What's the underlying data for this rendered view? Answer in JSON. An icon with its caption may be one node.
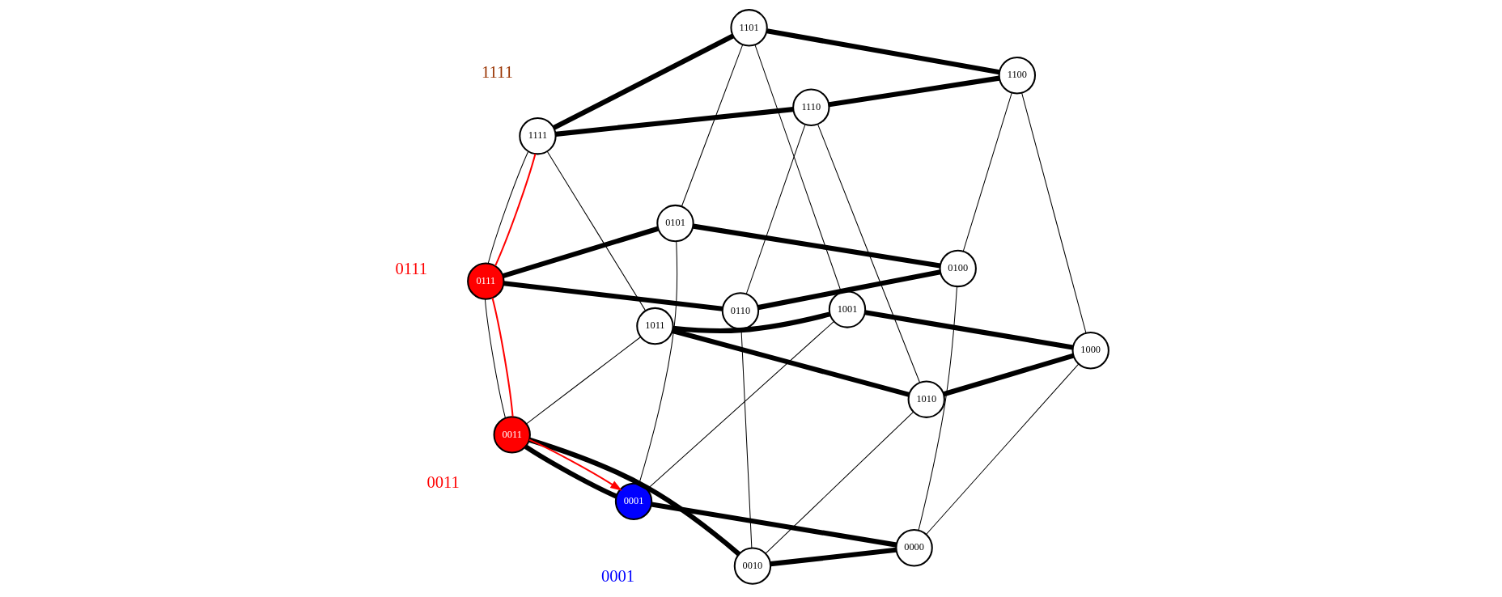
{
  "diagram": {
    "nodes": [
      {
        "text": [
          "0000"
        ]
      },
      {
        "text": [
          "0001"
        ],
        "beside": [
          "0001"
        ]
      },
      {
        "text": [
          "0010"
        ]
      },
      {
        "text": [
          "1000"
        ]
      },
      {
        "text": [
          "0011"
        ],
        "beside": [
          "0011"
        ]
      },
      {
        "text": [
          "0100"
        ]
      },
      {
        "text": [
          "1001"
        ]
      },
      {
        "text": [
          "1010"
        ]
      },
      {
        "text": [
          "0110"
        ]
      },
      {
        "text": [
          "0101"
        ]
      },
      {
        "text": [
          "1011"
        ]
      },
      {
        "text": [
          "1100"
        ]
      },
      {
        "text": [
          "0111"
        ],
        "beside": [
          "0111"
        ]
      },
      {
        "text": [
          "1110"
        ]
      },
      {
        "text": [
          "1101"
        ]
      },
      {
        "text": [
          "1111"
        ],
        "beside": [
          "1111"
        ]
      }
    ],
    "edges": [
      {
        "from": 0,
        "to": 1,
        "arrow": "none",
        "style": "thick"
      },
      {
        "from": 2,
        "to": 4,
        "arrow": "none",
        "style": "thick"
      },
      {
        "from": 5,
        "to": 9,
        "arrow": "none",
        "style": "thick"
      },
      {
        "from": 8,
        "to": 12,
        "arrow": "none",
        "style": "thick"
      },
      {
        "from": 3,
        "to": 6,
        "arrow": "none",
        "style": "thick"
      },
      {
        "from": 7,
        "to": 10,
        "arrow": "none",
        "style": "thick"
      },
      {
        "from": 11,
        "to": 14,
        "arrow": "none",
        "style": "thick"
      },
      {
        "from": 13,
        "to": 15,
        "arrow": "none",
        "style": "thick"
      },
      {
        "from": 0,
        "to": 2,
        "arrow": "none",
        "style": "thick"
      },
      {
        "from": 1,
        "to": 4,
        "arrow": "none",
        "style": "thick"
      },
      {
        "from": 5,
        "to": 8,
        "arrow": "none",
        "style": "thick"
      },
      {
        "from": 9,
        "to": 12,
        "arrow": "none",
        "style": "thick"
      },
      {
        "from": 3,
        "to": 7,
        "arrow": "none",
        "style": "thick"
      },
      {
        "from": 6,
        "to": 10,
        "arrow": "none",
        "style": "thick"
      },
      {
        "from": 11,
        "to": 13,
        "arrow": "none",
        "style": "thick"
      },
      {
        "from": 14,
        "to": 15,
        "arrow": "none",
        "style": "thick"
      },
      {
        "from": 0,
        "to": 5,
        "arrow": "none"
      },
      {
        "from": 1,
        "to": 9,
        "arrow": "none"
      },
      {
        "from": 2,
        "to": 8,
        "arrow": "none"
      },
      {
        "from": 4,
        "to": 12,
        "arrow": "none"
      },
      {
        "from": 3,
        "to": 11,
        "arrow": "none"
      },
      {
        "from": 6,
        "to": 14,
        "arrow": "none"
      },
      {
        "from": 7,
        "to": 13,
        "arrow": "none"
      },
      {
        "from": 10,
        "to": 15,
        "arrow": "none"
      },
      {
        "from": 0,
        "to": 3,
        "arrow": "none"
      },
      {
        "from": 1,
        "to": 6,
        "arrow": "none"
      },
      {
        "from": 2,
        "to": 7,
        "arrow": "none"
      },
      {
        "from": 4,
        "to": 10,
        "arrow": "none"
      },
      {
        "from": 5,
        "to": 11,
        "arrow": "none"
      },
      {
        "from": 9,
        "to": 14,
        "arrow": "none"
      },
      {
        "from": 8,
        "to": 13,
        "arrow": "none"
      },
      {
        "from": 12,
        "to": 15,
        "arrow": "none"
      },
      {
        "from": 15,
        "to": 12,
        "arrow": "none",
        "color": "#ff0000"
      },
      {
        "from": 12,
        "to": 4,
        "arrow": "none",
        "color": "#ff0000"
      },
      {
        "from": 4,
        "to": 1,
        "arrow": "to",
        "color": "#ff0000"
      }
    ]
  }
}
